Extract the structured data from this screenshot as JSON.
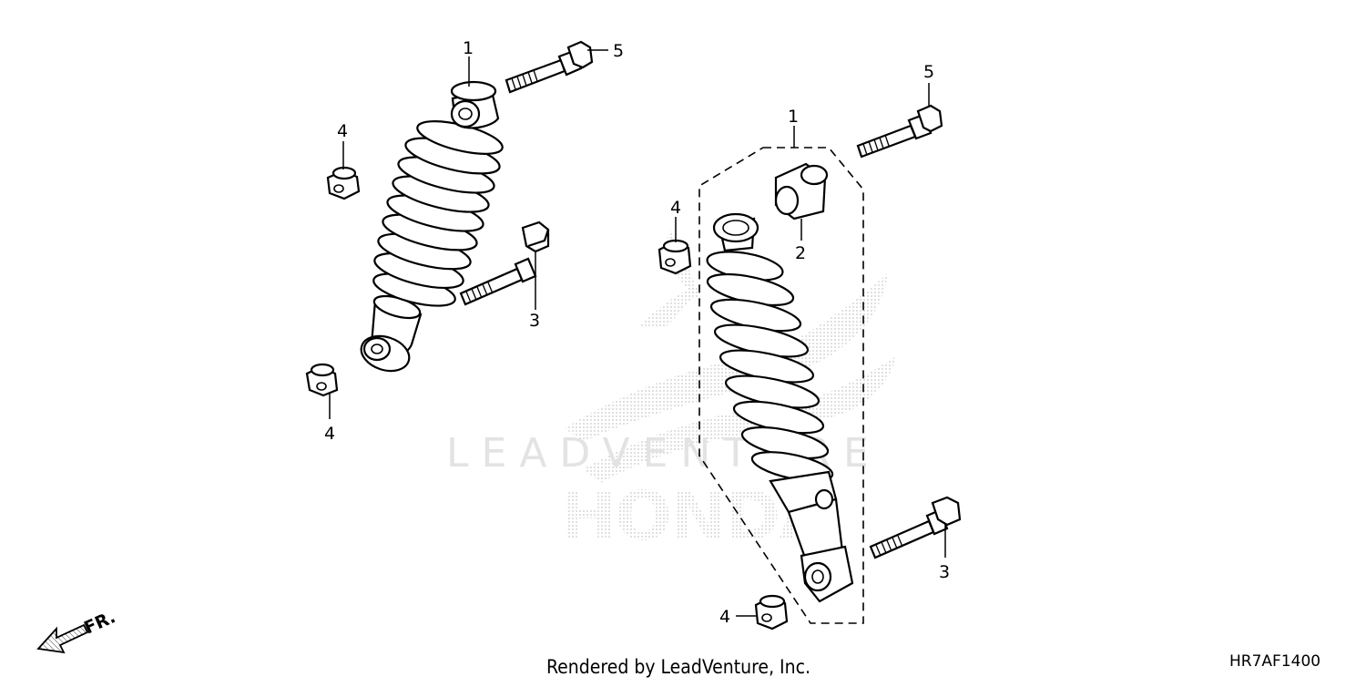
{
  "callouts": {
    "shock_absorber_a": "1",
    "shock_absorber_b": "1",
    "bushing": "2",
    "lower_bolt_a": "3",
    "lower_bolt_b": "3",
    "nut_a_upper": "4",
    "nut_a_lower": "4",
    "nut_b_upper": "4",
    "nut_b_lower": "4",
    "upper_bolt_a": "5",
    "upper_bolt_b": "5"
  },
  "direction": {
    "label": "FR."
  },
  "watermark": {
    "brand_text": "LEADVENTURE",
    "make_text": "HONDA"
  },
  "footer": {
    "rendered_by": "Rendered by LeadVenture, Inc.",
    "diagram_code": "HR7AF1400"
  }
}
